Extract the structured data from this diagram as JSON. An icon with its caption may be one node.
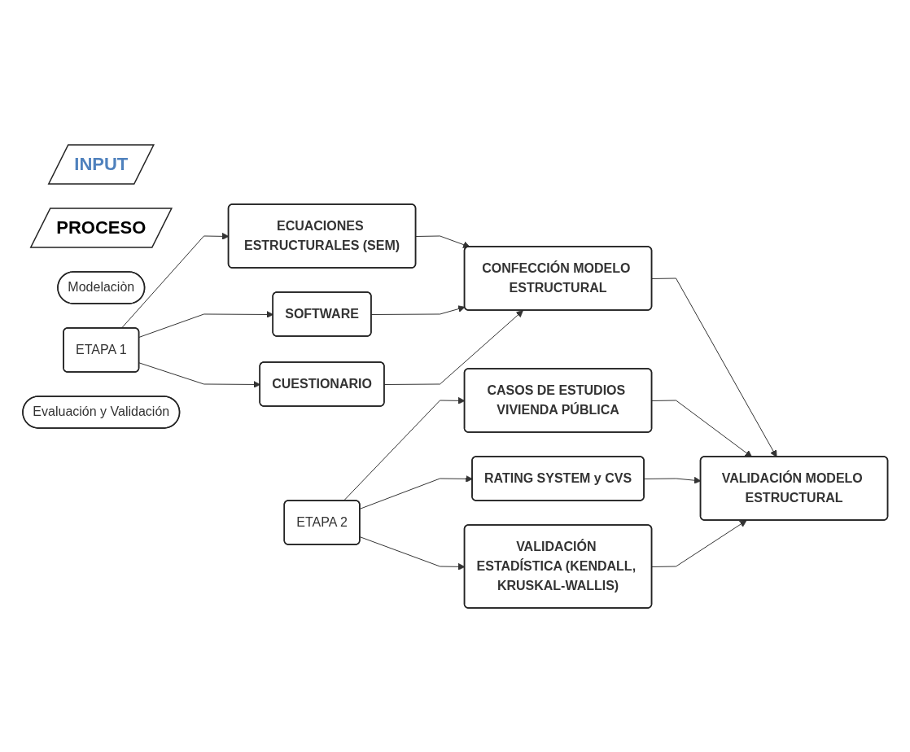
{
  "diagram": {
    "nodes": [
      {
        "text": [
          "INPUT"
        ]
      },
      {
        "text": [
          "PROCESO"
        ]
      },
      {
        "text": [
          "Modelaciòn"
        ]
      },
      {
        "text": [
          "ETAPA 1"
        ]
      },
      {
        "text": [
          "ECUACIONES ESTRUCTURALES (SEM)"
        ]
      },
      {
        "text": [
          "SOFTWARE"
        ]
      },
      {
        "text": [
          "CUESTIONARIO"
        ]
      },
      {
        "text": [
          "CONFECCIÓN MODELO ESTRUCTURAL"
        ]
      },
      {
        "text": [
          "Evaluación y Validación"
        ]
      },
      {
        "text": [
          "ETAPA 2"
        ]
      },
      {
        "text": [
          "CASOS DE ESTUDIOS VIVIENDA PÚBLICA"
        ]
      },
      {
        "text": [
          "RATING SYSTEM y CVS"
        ]
      },
      {
        "text": [
          "VALIDACIÓN ESTADÍSTICA (KENDALL, KRUSKAL-WALLIS)"
        ]
      },
      {
        "text": [
          "VALIDACIÓN MODELO ESTRUCTURAL"
        ]
      }
    ],
    "edges": [
      {
        "from": 3,
        "to": 4,
        "arrow": "to"
      },
      {
        "from": 3,
        "to": 5,
        "arrow": "to"
      },
      {
        "from": 3,
        "to": 6,
        "arrow": "to"
      },
      {
        "from": 4,
        "to": 7,
        "arrow": "to"
      },
      {
        "from": 5,
        "to": 7,
        "arrow": "to"
      },
      {
        "from": 6,
        "to": 7,
        "arrow": "to"
      },
      {
        "from": 7,
        "to": 13,
        "arrow": "to"
      },
      {
        "from": 9,
        "to": 10,
        "arrow": "to"
      },
      {
        "from": 9,
        "to": 11,
        "arrow": "to"
      },
      {
        "from": 9,
        "to": 12,
        "arrow": "to"
      },
      {
        "from": 10,
        "to": 13,
        "arrow": "to"
      },
      {
        "from": 11,
        "to": 13,
        "arrow": "to"
      },
      {
        "from": 12,
        "to": 13,
        "arrow": "to"
      }
    ]
  }
}
